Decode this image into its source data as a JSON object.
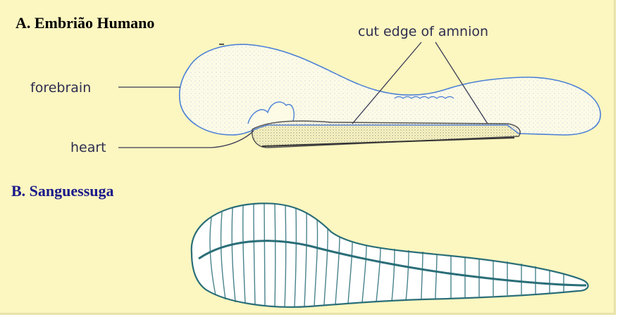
{
  "figure": {
    "background_color": "#fcf6c0",
    "accent_blue": "#4a7fd6",
    "leech_color": "#2a6e78"
  },
  "panel_a": {
    "title": "A. Embrião Humano",
    "labels": {
      "forebrain": "forebrain",
      "heart": "heart",
      "cut_edge_of_amnion": "cut edge of amnion"
    }
  },
  "panel_b": {
    "title": "B. Sanguessuga"
  }
}
